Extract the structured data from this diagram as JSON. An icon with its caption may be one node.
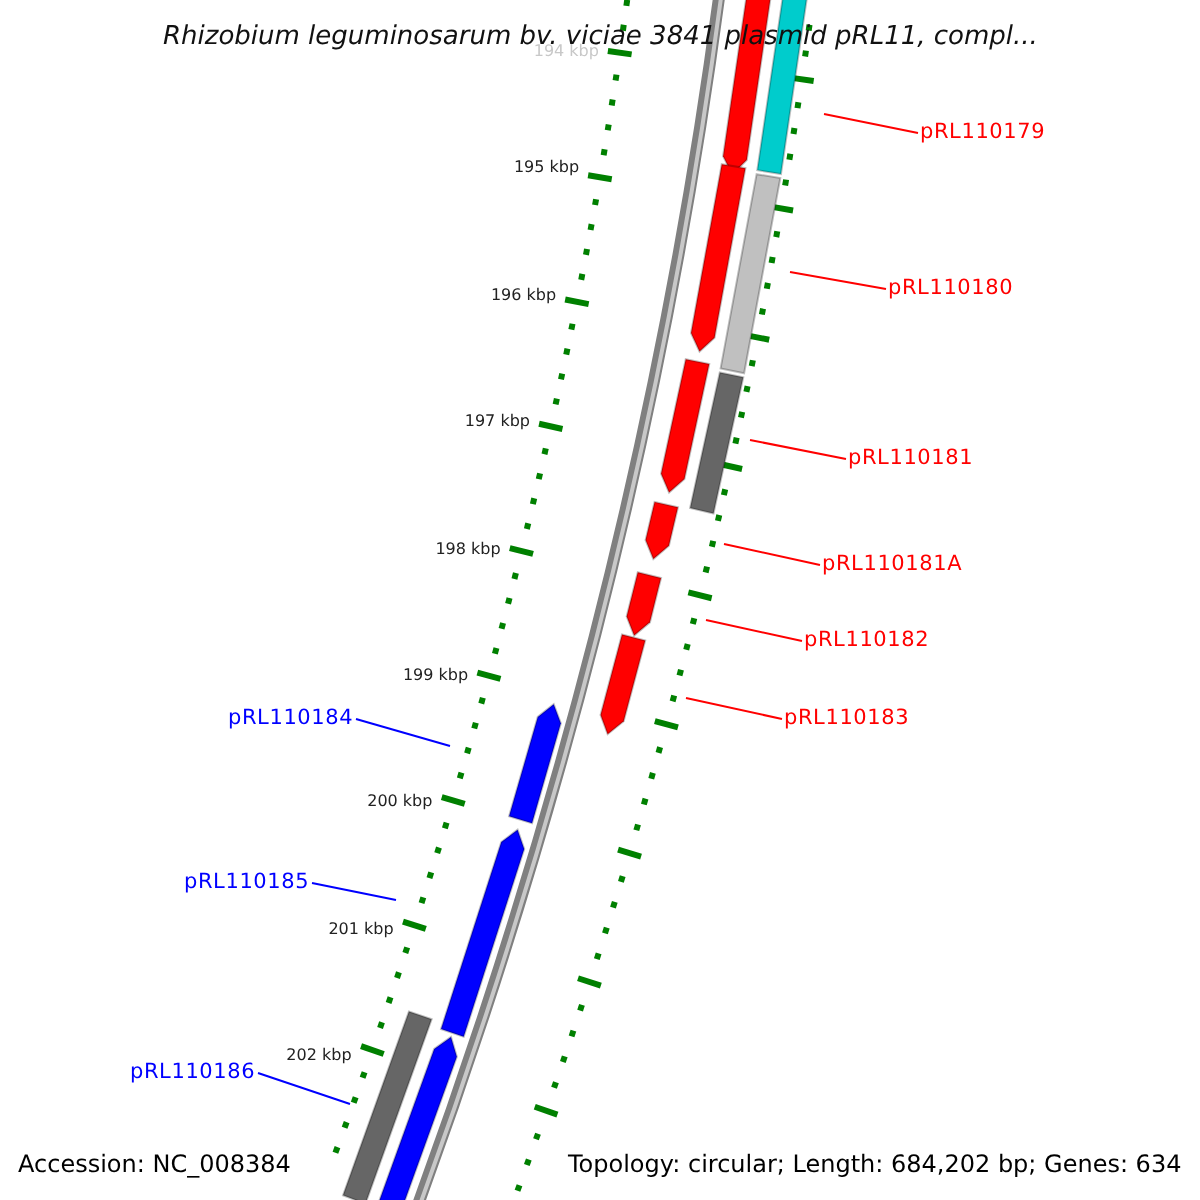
{
  "diagram": {
    "title": "Rhizobium leguminosarum bv. viciae 3841 plasmid pRL11, compl...",
    "nodes": [
      {
        "text": [
          "pRL110179"
        ]
      },
      {
        "text": [
          "pRL110180"
        ]
      },
      {
        "text": [
          "pRL110181"
        ]
      },
      {
        "text": [
          "pRL110181A"
        ]
      },
      {
        "text": [
          "pRL110182"
        ]
      },
      {
        "text": [
          "pRL110183"
        ]
      },
      {
        "text": [
          "pRL110184"
        ]
      },
      {
        "text": [
          "pRL110185"
        ]
      },
      {
        "text": [
          "pRL110186"
        ]
      }
    ],
    "edges": [
      {
        "from": 0,
        "to": null,
        "arrow": "none"
      },
      {
        "from": 1,
        "to": null,
        "arrow": "none"
      },
      {
        "from": 2,
        "to": null,
        "arrow": "none"
      },
      {
        "from": 3,
        "to": null,
        "arrow": "none"
      },
      {
        "from": 4,
        "to": null,
        "arrow": "none"
      },
      {
        "from": 5,
        "to": null,
        "arrow": "none"
      },
      {
        "from": 6,
        "to": null,
        "arrow": "none",
        "color": "#0000ff"
      },
      {
        "from": 7,
        "to": null,
        "arrow": "none",
        "color": "#0000ff"
      },
      {
        "from": 8,
        "to": null,
        "arrow": "none",
        "color": "#0000ff"
      }
    ],
    "labels": [
      "194 kbp",
      "195 kbp",
      "196 kbp",
      "197 kbp",
      "198 kbp",
      "199 kbp",
      "200 kbp",
      "201 kbp",
      "202 kbp",
      "Accession: NC_008384",
      "Topology: circular; Length: 684,202 bp; Genes: 634"
    ]
  }
}
